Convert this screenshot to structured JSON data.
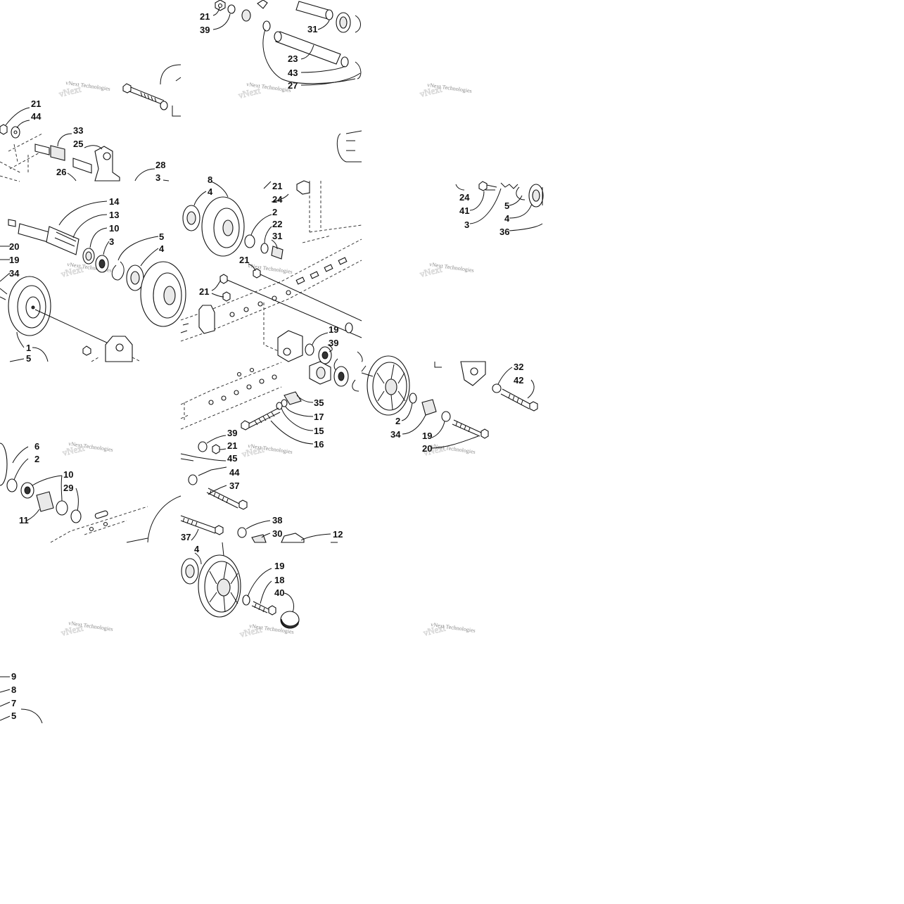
{
  "diagram": {
    "watermark_text": "vNext Technologies",
    "callouts": {
      "t00_21": "21",
      "t00_39": "39",
      "t00_31": "31",
      "t00_23": "23",
      "t00_43": "43",
      "t00_27": "27",
      "t01_21": "21",
      "t01_44": "44",
      "t01_33": "33",
      "t01_25": "25",
      "t01_26": "26",
      "t01_28": "28",
      "t01_3": "3",
      "t02_14": "14",
      "t02_13": "13",
      "t02_10": "10",
      "t02_3": "3",
      "t02_5": "5",
      "t02_4": "4",
      "t02_20": "20",
      "t02_19": "19",
      "t02_34": "34",
      "t02_1": "1",
      "t02_5b": "5",
      "t03_8": "8",
      "t03_4": "4",
      "t03_21": "21",
      "t03_24": "24",
      "t03_2": "2",
      "t03_22": "22",
      "t03_31": "31",
      "t03_21b": "21",
      "t03_21c": "21",
      "t04_24": "24",
      "t04_41": "41",
      "t04_3": "3",
      "t04_5": "5",
      "t04_4": "4",
      "t04_36": "36",
      "t05_19": "19",
      "t05_39": "39",
      "t05_35": "35",
      "t05_17": "17",
      "t05_15": "15",
      "t05_16": "16",
      "t05_39b": "39",
      "t05_21": "21",
      "t05_45": "45",
      "t06_32": "32",
      "t06_42": "42",
      "t06_2": "2",
      "t06_34": "34",
      "t06_19": "19",
      "t06_20": "20",
      "t07_6": "6",
      "t07_2": "2",
      "t07_10": "10",
      "t07_29": "29",
      "t07_11": "11",
      "t08_44": "44",
      "t08_37": "37",
      "t08_37b": "37",
      "t08_38": "38",
      "t08_30": "30",
      "t08_12": "12",
      "t09_4": "4",
      "t09_19": "19",
      "t09_18": "18",
      "t09_40": "40",
      "t10_9": "9",
      "t10_8": "8",
      "t10_7": "7",
      "t10_5": "5"
    }
  }
}
